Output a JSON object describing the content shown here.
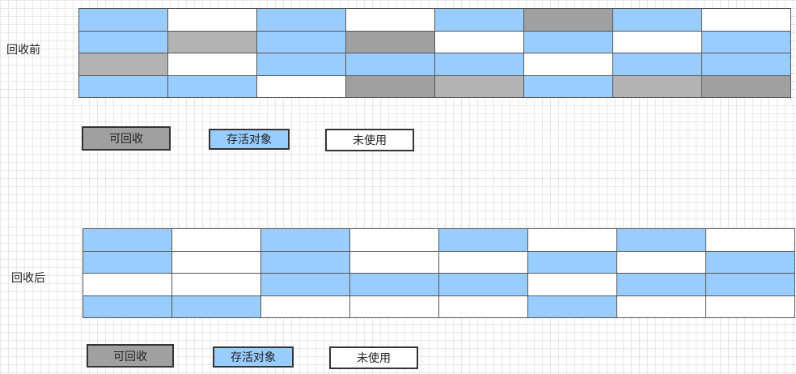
{
  "colors": {
    "alive": "#99CCFF",
    "reclaimable_light": "#B3B3B3",
    "reclaimable_dark": "#A0A0A0",
    "unused": "#FFFFFF"
  },
  "before": {
    "label": "回收前",
    "rows": [
      [
        "alive",
        "unused",
        "alive",
        "unused",
        "alive",
        "reclaimable_dark",
        "alive",
        "unused"
      ],
      [
        "alive",
        "reclaimable_light",
        "alive",
        "reclaimable_dark",
        "unused",
        "alive",
        "unused",
        "alive"
      ],
      [
        "reclaimable_light",
        "unused",
        "alive",
        "alive",
        "alive",
        "unused",
        "alive",
        "alive"
      ],
      [
        "alive",
        "alive",
        "unused",
        "reclaimable_dark",
        "reclaimable_light",
        "alive",
        "reclaimable_light",
        "reclaimable_dark"
      ]
    ],
    "legend": {
      "reclaimable": "可回收",
      "alive": "存活对象",
      "unused": "未使用"
    }
  },
  "after": {
    "label": "回收后",
    "rows": [
      [
        "alive",
        "unused",
        "alive",
        "unused",
        "alive",
        "unused",
        "alive",
        "unused"
      ],
      [
        "alive",
        "unused",
        "alive",
        "unused",
        "unused",
        "alive",
        "unused",
        "alive"
      ],
      [
        "unused",
        "unused",
        "alive",
        "alive",
        "alive",
        "unused",
        "alive",
        "alive"
      ],
      [
        "alive",
        "alive",
        "unused",
        "unused",
        "unused",
        "alive",
        "unused",
        "unused"
      ]
    ],
    "legend": {
      "reclaimable": "可回收",
      "alive": "存活对象",
      "unused": "未使用"
    }
  }
}
